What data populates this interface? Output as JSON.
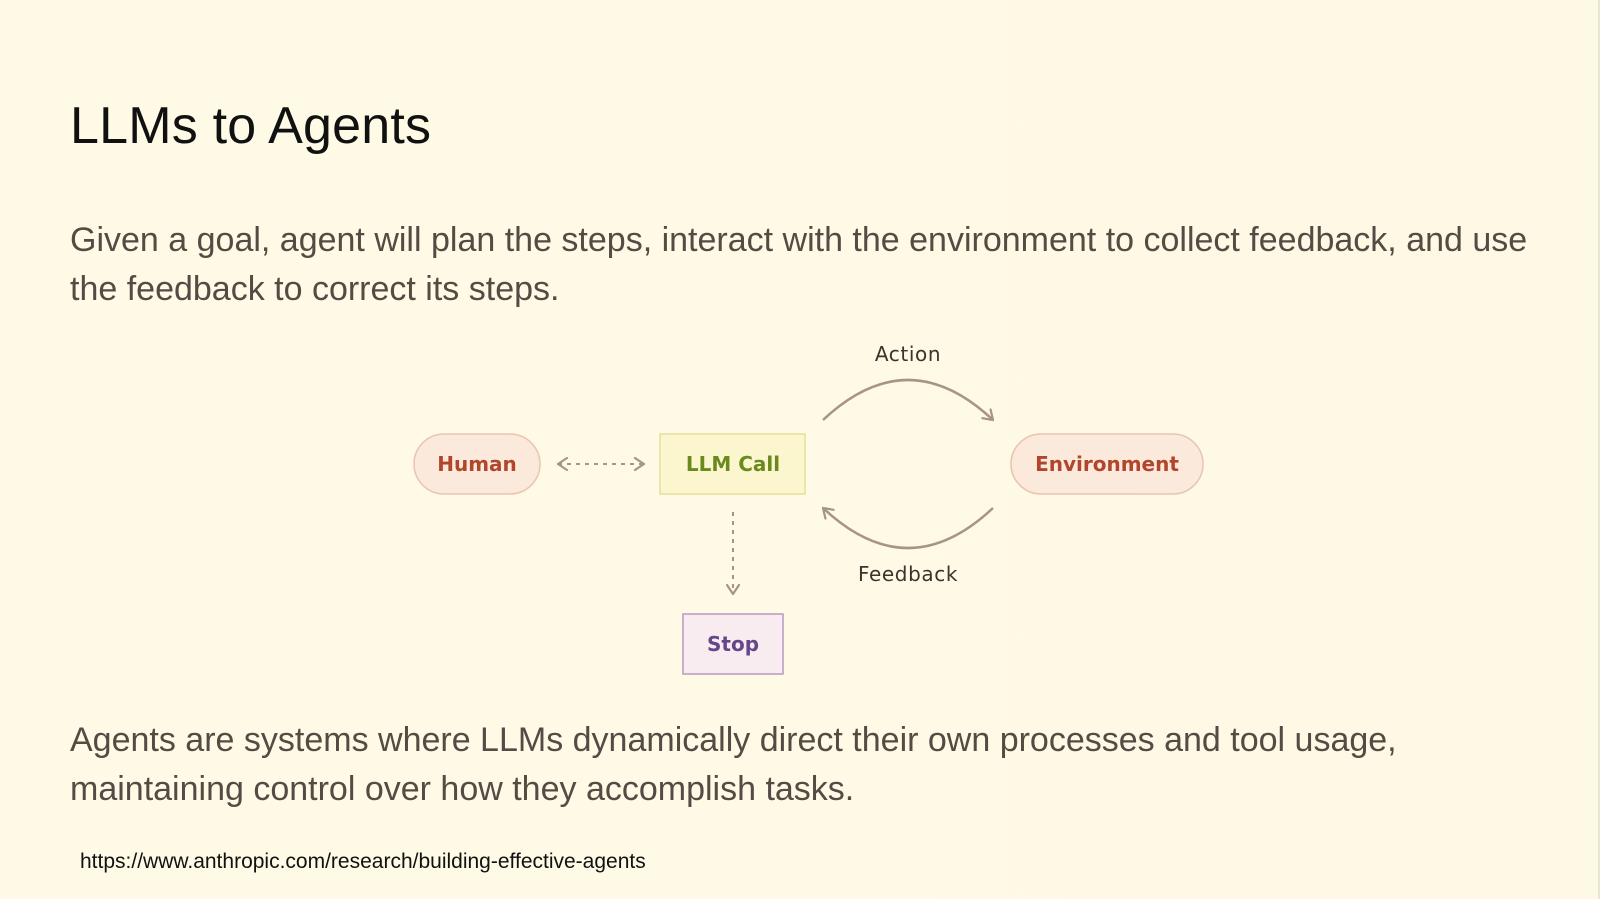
{
  "slide": {
    "title": "LLMs to Agents",
    "intro_text": "Given a goal, agent will plan the steps, interact with the environment to collect feedback, and use the feedback to correct its steps.",
    "outro_text": "Agents are systems where LLMs dynamically direct their own processes and tool usage, maintaining control over how they accomplish tasks.",
    "source_url": "https://www.anthropic.com/research/building-effective-agents"
  },
  "diagram": {
    "nodes": {
      "human": "Human",
      "llm_call": "LLM Call",
      "environment": "Environment",
      "stop": "Stop"
    },
    "edges": {
      "action": "Action",
      "feedback": "Feedback"
    },
    "colors": {
      "human_fill": "#fbe9dc",
      "human_stroke": "#ebc3b2",
      "human_text": "#b1462d",
      "llm_fill": "#fcf6cf",
      "llm_stroke": "#e8df9a",
      "llm_text": "#6b8a1e",
      "environment_fill": "#fbe9dc",
      "environment_stroke": "#ebc3b2",
      "environment_text": "#b1462d",
      "stop_fill": "#f8ecf0",
      "stop_stroke": "#b79ac0",
      "stop_text": "#65478a",
      "arrow": "#a89485"
    }
  }
}
